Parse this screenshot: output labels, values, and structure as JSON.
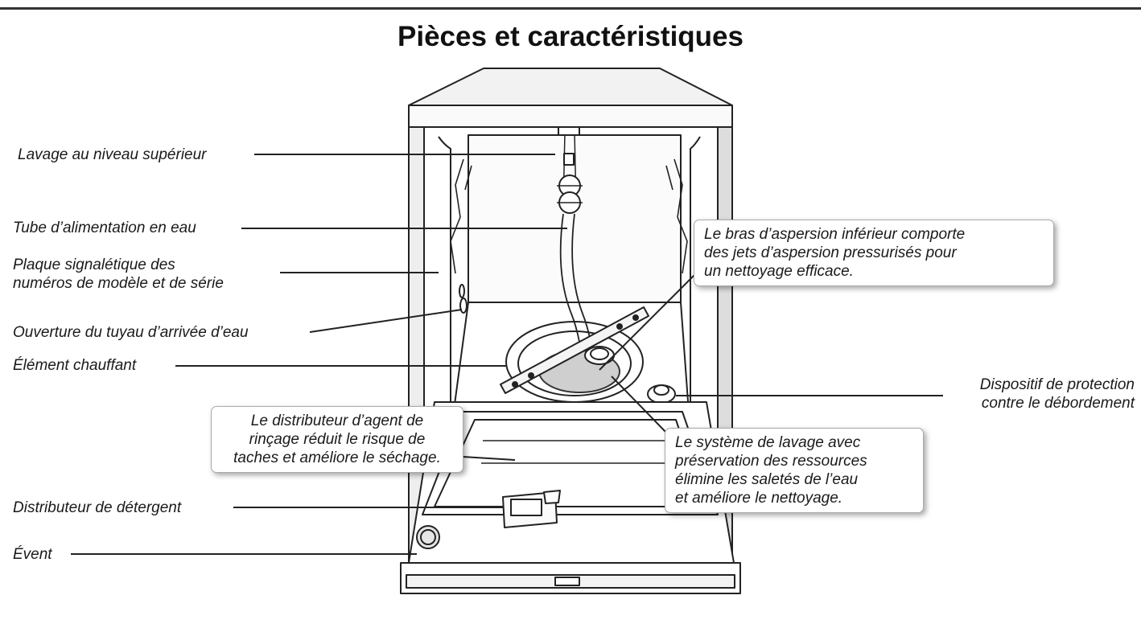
{
  "title": "Pièces et caractéristiques",
  "labels": {
    "upper_wash": "Lavage au niveau supérieur",
    "water_feed_tube": "Tube d’alimentation en eau",
    "rating_plate_1": "Plaque signalétique des",
    "rating_plate_2": "numéros de modèle et de série",
    "inlet_opening": "Ouverture du tuyau d’arrivée d’eau",
    "heating_element": "Élément chauffant",
    "detergent_dispenser": "Distributeur de détergent",
    "vent": "Évent",
    "overfill_1": "Dispositif de protection",
    "overfill_2": "contre le débordement"
  },
  "callouts": {
    "spray_arm": [
      "Le bras d’aspersion inférieur comporte",
      "des jets d’aspersion pressurisés pour",
      "un nettoyage efficace."
    ],
    "rinse_aid": [
      "Le distributeur d’agent de",
      "rinçage réduit le risque de",
      "taches et améliore le séchage."
    ],
    "wash_system": [
      "Le système de lavage avec",
      "préservation des ressources",
      "élimine les saletés de l’eau",
      "et améliore le nettoyage."
    ]
  }
}
